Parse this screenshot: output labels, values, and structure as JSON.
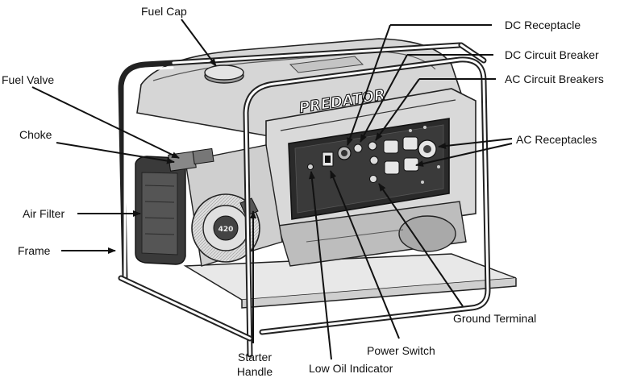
{
  "labels": {
    "fuel_cap": "Fuel Cap",
    "fuel_valve": "Fuel Valve",
    "choke": "Choke",
    "air_filter": "Air Filter",
    "frame": "Frame",
    "starter_handle_line1": "Starter",
    "starter_handle_line2": "Handle",
    "low_oil_indicator": "Low Oil Indicator",
    "power_switch": "Power Switch",
    "ground_terminal": "Ground Terminal",
    "dc_receptacle": "DC Receptacle",
    "dc_circuit_breaker": "DC Circuit Breaker",
    "ac_circuit_breakers": "AC Circuit Breakers",
    "ac_receptacles": "AC Receptacles"
  },
  "brand": {
    "logo_text": "PREDATOR",
    "engine_badge": "420"
  },
  "colors": {
    "line": "#111111",
    "background": "#ffffff",
    "panel": "#2a2a2a",
    "body_gray": "#bdbdbd"
  }
}
